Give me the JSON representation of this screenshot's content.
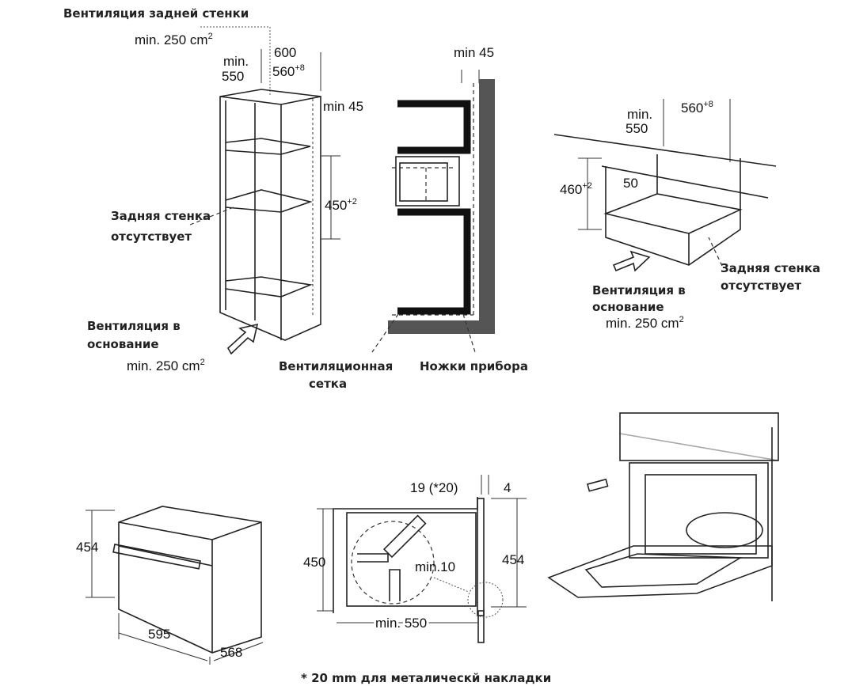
{
  "tall_cabinet": {
    "rear_vent_title": "Вентиляция задней стенки",
    "rear_vent_area": "min. 250 cm",
    "rear_vent_area_sup": "2",
    "width_600": "600",
    "depth_min": "min.",
    "depth_550": "550",
    "width_560": "560",
    "width_560_sup": "+8",
    "gap_min45": "min 45",
    "height_450": "450",
    "height_450_sup": "+2",
    "no_back_wall_1": "Задняя стенка",
    "no_back_wall_2": "отсутствует",
    "base_vent_1": "Вентиляция в",
    "base_vent_2": "основание",
    "base_vent_area": "min. 250 cm",
    "base_vent_area_sup": "2"
  },
  "section": {
    "min45": "min 45",
    "vent_grid_1": "Вентиляционная",
    "vent_grid_2": "сетка",
    "feet": "Ножки прибора"
  },
  "under_counter": {
    "depth_min": "min.",
    "depth_550": "550",
    "width_560": "560",
    "width_560_sup": "+8",
    "height_460": "460",
    "height_460_sup": "+2",
    "gap_50": "50",
    "no_back_wall_1": "Задняя стенка",
    "no_back_wall_2": "отсутствует",
    "base_vent_1": "Вентиляция в",
    "base_vent_2": "основание",
    "base_vent_area": "min. 250 cm",
    "base_vent_area_sup": "2"
  },
  "appliance": {
    "height": "454",
    "width": "595",
    "depth": "568"
  },
  "niche": {
    "offset": "19 (*20)",
    "gap4": "4",
    "height_450": "450",
    "height_454": "454",
    "min10": "min.10",
    "depth": "min. 550"
  },
  "footnote": "* 20 mm для металическй накладки"
}
